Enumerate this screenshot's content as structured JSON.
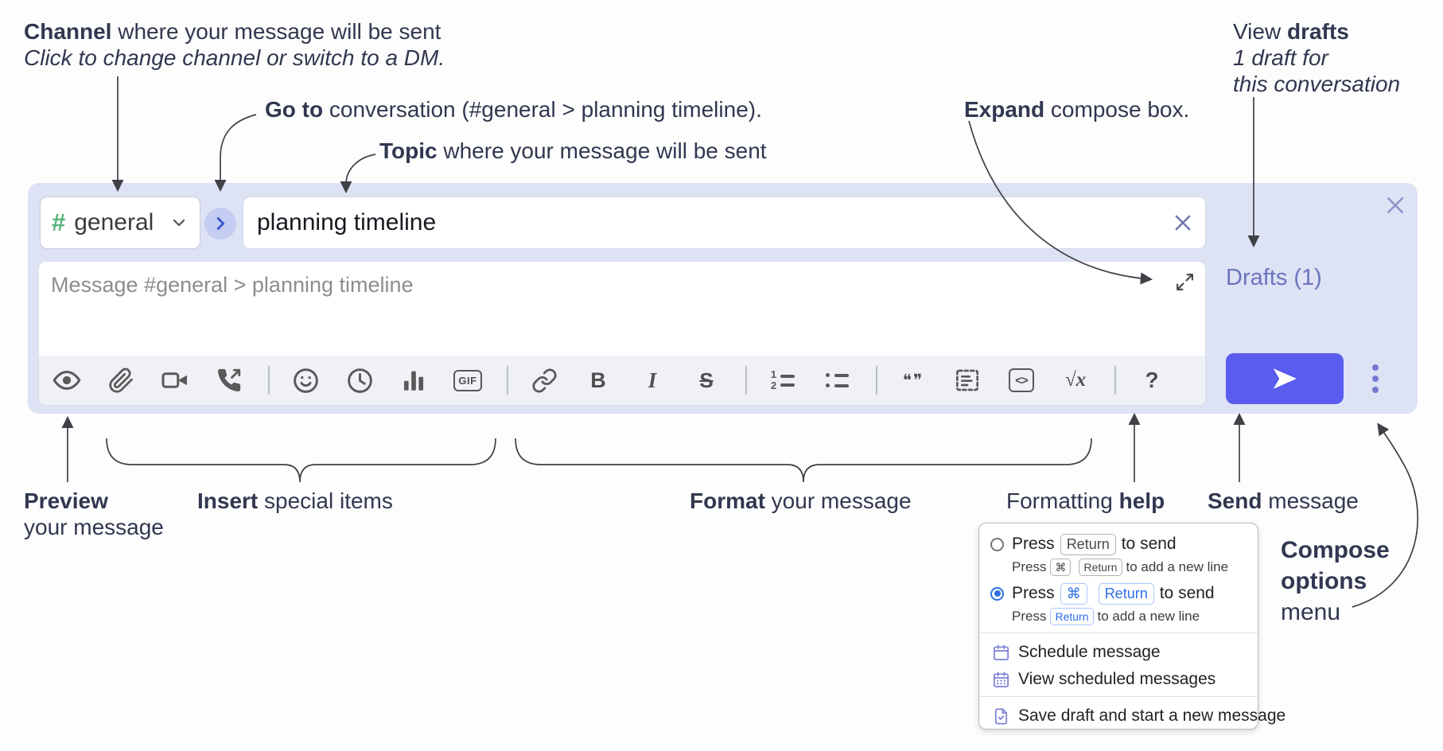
{
  "annotations": {
    "channel": {
      "bold": "Channel",
      "rest": " where your message will be sent",
      "sub": "Click to change channel or switch to a DM."
    },
    "go_to": {
      "bold": "Go to",
      "rest": " conversation (#general > planning timeline)."
    },
    "topic": {
      "bold": "Topic",
      "rest": " where your message will be sent"
    },
    "expand": {
      "bold": "Expand",
      "rest": " compose box."
    },
    "view_drafts": {
      "pre": "View ",
      "bold": "drafts",
      "line2": "1 draft for",
      "line3": "this conversation"
    },
    "preview": {
      "bold": "Preview",
      "line2": "your message"
    },
    "insert": {
      "bold": "Insert",
      "rest": " special items"
    },
    "format": {
      "bold": "Format",
      "rest": " your message"
    },
    "formatting_help": {
      "pre": "Formatting ",
      "bold": "help"
    },
    "send": {
      "bold": "Send",
      "rest": " message"
    },
    "compose_options": {
      "line1": "Compose",
      "line2": "options",
      "line3": "menu"
    }
  },
  "compose": {
    "channel_hash": "#",
    "channel_name": "general",
    "topic_value": "planning timeline",
    "message_placeholder": "Message #general > planning timeline",
    "drafts_label": "Drafts (1)"
  },
  "toolbar": {
    "gif": "GIF",
    "bold": "B",
    "italic": "I",
    "strike": "S",
    "ol_1": "1",
    "ol_2": "2",
    "quote": "❝❞",
    "code": "<>",
    "math": "√x",
    "help": "?"
  },
  "menu": {
    "opt_return": {
      "press": "Press",
      "key": "Return",
      "rest": "to send",
      "sub_press": "Press",
      "sub_key1": "⌘",
      "sub_key2": "Return",
      "sub_rest": "to add a new line"
    },
    "opt_cmd_return": {
      "press": "Press",
      "key1": "⌘",
      "key2": "Return",
      "rest": "to send",
      "sub_press": "Press",
      "sub_key": "Return",
      "sub_rest": "to add a new line"
    },
    "schedule": "Schedule message",
    "view_scheduled": "View scheduled messages",
    "save_draft": "Save draft and start a new message"
  },
  "colors": {
    "accent": "#5a5cf0",
    "compose_bg": "#dde2f4",
    "link": "#6b74c0",
    "hash_green": "#52b478",
    "menu_icon": "#7b80d6",
    "key_blue": "#2e6fe8"
  }
}
